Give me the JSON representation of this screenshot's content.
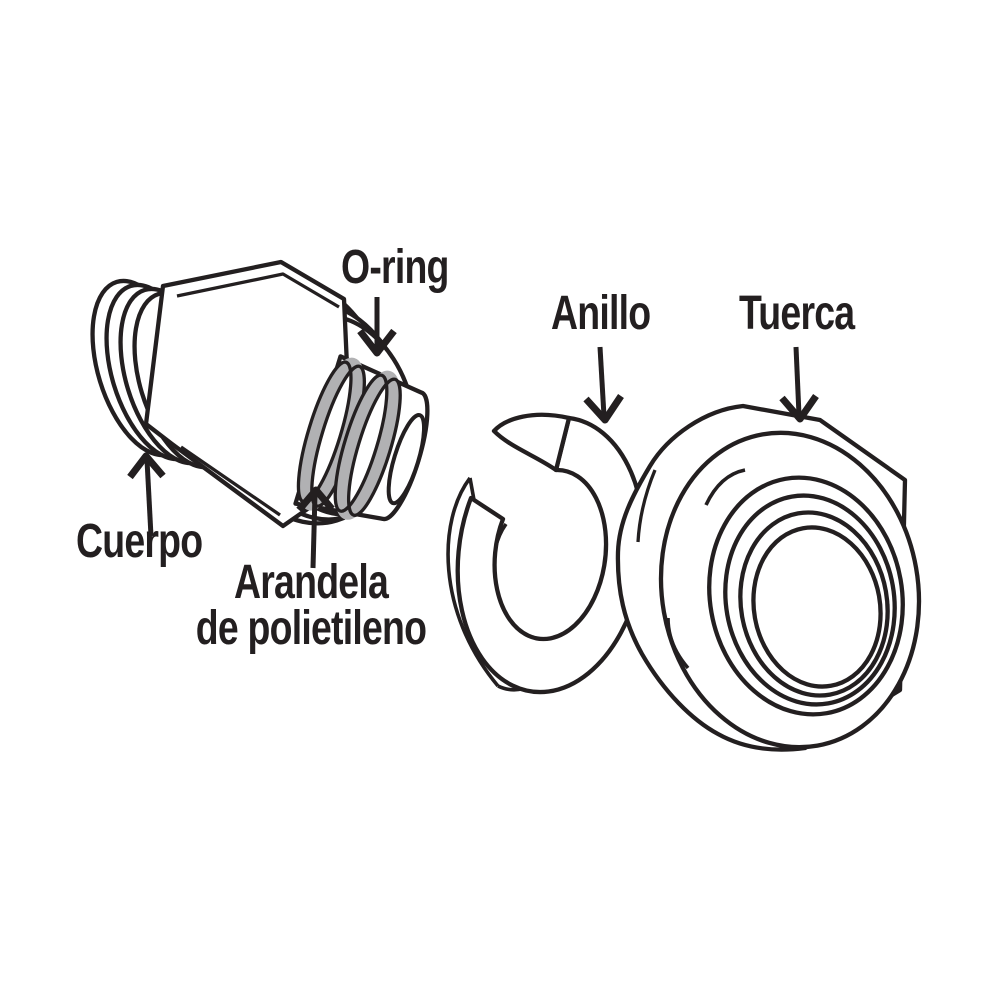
{
  "diagram": {
    "background": "#ffffff",
    "line_color": "#231f20",
    "washer_band_color": "#b1b1b3",
    "labels": {
      "o_ring": "O-ring",
      "anillo": "Anillo",
      "tuerca": "Tuerca",
      "cuerpo": "Cuerpo",
      "arandela_line1": "Arandela",
      "arandela_line2": "de polietileno"
    }
  }
}
